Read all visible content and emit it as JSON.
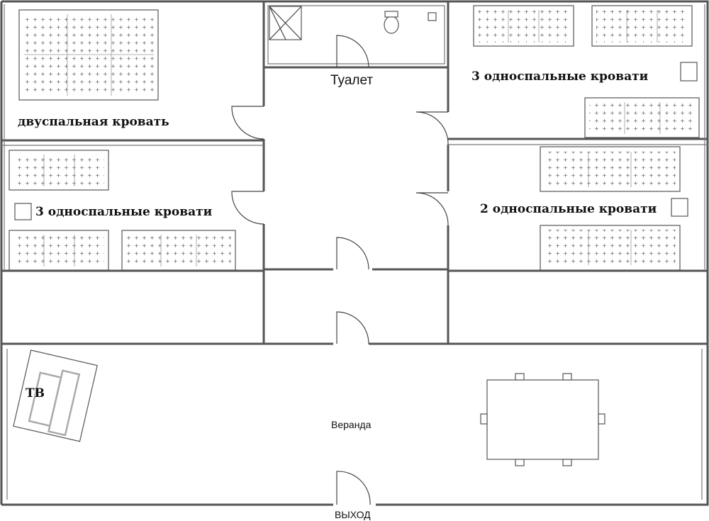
{
  "labels": {
    "room_top_left": "двуспальная кровать",
    "room_mid_left": "3 односпальные кровати",
    "room_top_right": "3 односпальные кровати",
    "room_mid_right": "2 односпальные кровати",
    "toilet": "Туалет",
    "veranda": "Веранда",
    "exit": "ВЫХОД",
    "tv": "ТВ"
  }
}
